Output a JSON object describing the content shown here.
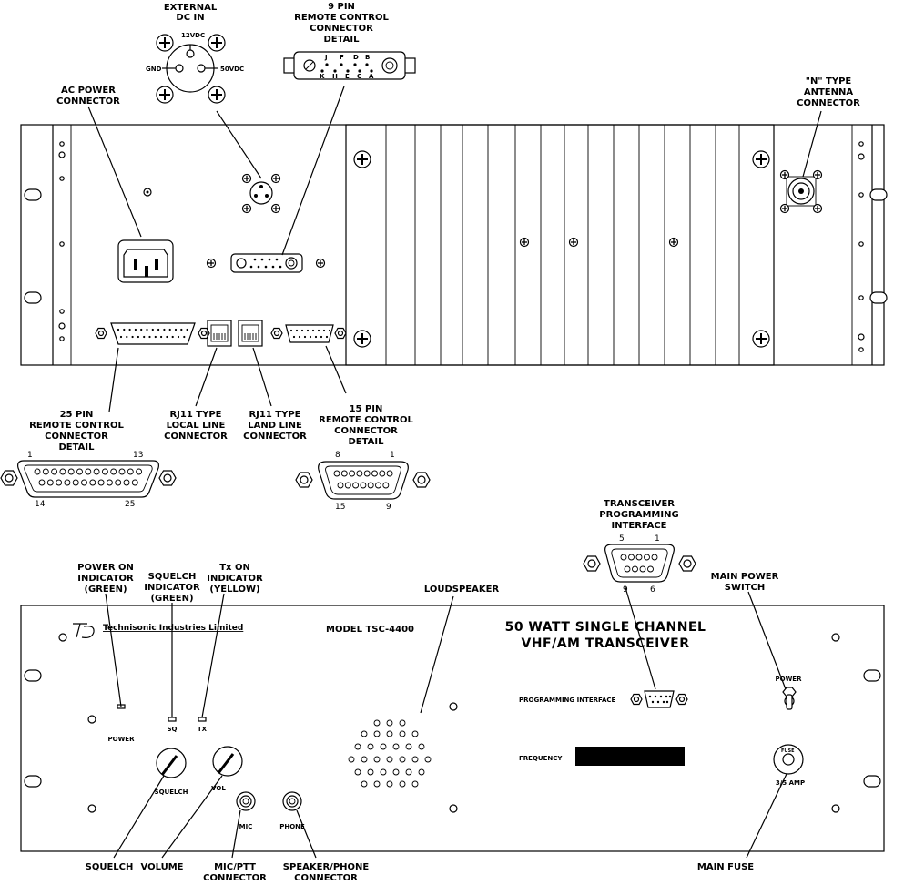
{
  "rear": {
    "external_dc_in": [
      "EXTERNAL",
      "DC IN"
    ],
    "dc_12v": "12VDC",
    "dc_gnd": "GND",
    "dc_50v": "50VDC",
    "nine_pin_detail": [
      "9  PIN",
      "REMOTE CONTROL",
      "CONNECTOR",
      "DETAIL"
    ],
    "nine_pin_top": [
      "J",
      "F",
      "D",
      "B"
    ],
    "nine_pin_bottom": [
      "K",
      "H",
      "E",
      "C",
      "A"
    ],
    "ac_power": [
      "AC POWER",
      "CONNECTOR"
    ],
    "antenna": [
      "\"N\" TYPE",
      "ANTENNA",
      "CONNECTOR"
    ],
    "pin25_detail": [
      "25  PIN",
      "REMOTE CONTROL",
      "CONNECTOR",
      "DETAIL"
    ],
    "pin25_nums": [
      "1",
      "13",
      "14",
      "25"
    ],
    "rj11_local": [
      "RJ11  TYPE",
      "LOCAL LINE",
      "CONNECTOR"
    ],
    "rj11_land": [
      "RJ11  TYPE",
      "LAND LINE",
      "CONNECTOR"
    ],
    "pin15_detail": [
      "15  PIN",
      "REMOTE CONTROL",
      "CONNECTOR",
      "DETAIL"
    ],
    "pin15_nums": [
      "8",
      "1",
      "15",
      "9"
    ]
  },
  "front": {
    "xcvr_prog": [
      "TRANSCEIVER",
      "PROGRAMMING",
      "INTERFACE"
    ],
    "xcvr_nums": [
      "5",
      "1",
      "9",
      "6"
    ],
    "power_on_ind": [
      "POWER  ON",
      "INDICATOR",
      "(GREEN)"
    ],
    "squelch_ind": [
      "SQUELCH",
      "INDICATOR",
      "(GREEN)"
    ],
    "tx_on_ind": [
      "Tx  ON",
      "INDICATOR",
      "(YELLOW)"
    ],
    "loudspeaker": "LOUDSPEAKER",
    "main_power_switch": [
      "MAIN POWER",
      "SWITCH"
    ],
    "brand": "Technisonic Industries Limited",
    "model": "MODEL  TSC-4400",
    "title": [
      "50  WATT  SINGLE  CHANNEL",
      "VHF/AM  TRANSCEIVER"
    ],
    "power_label": "POWER",
    "sq_label": "SQ",
    "tx_label": "TX",
    "squelch_knob": "SQUELCH",
    "vol_knob": "VOL",
    "mic_jack": "MIC",
    "phone_jack": "PHONE",
    "prog_interface": "PROGRAMMING INTERFACE",
    "frequency": "FREQUENCY",
    "power_switch": "POWER",
    "fuse_amp": "3/5 AMP",
    "fuse_text": "FUSE",
    "bottom_squelch": "SQUELCH",
    "bottom_volume": "VOLUME",
    "mic_ptt": [
      "MIC/PTT",
      "CONNECTOR"
    ],
    "speaker_phone": [
      "SPEAKER/PHONE",
      "CONNECTOR"
    ],
    "main_fuse": "MAIN  FUSE"
  }
}
